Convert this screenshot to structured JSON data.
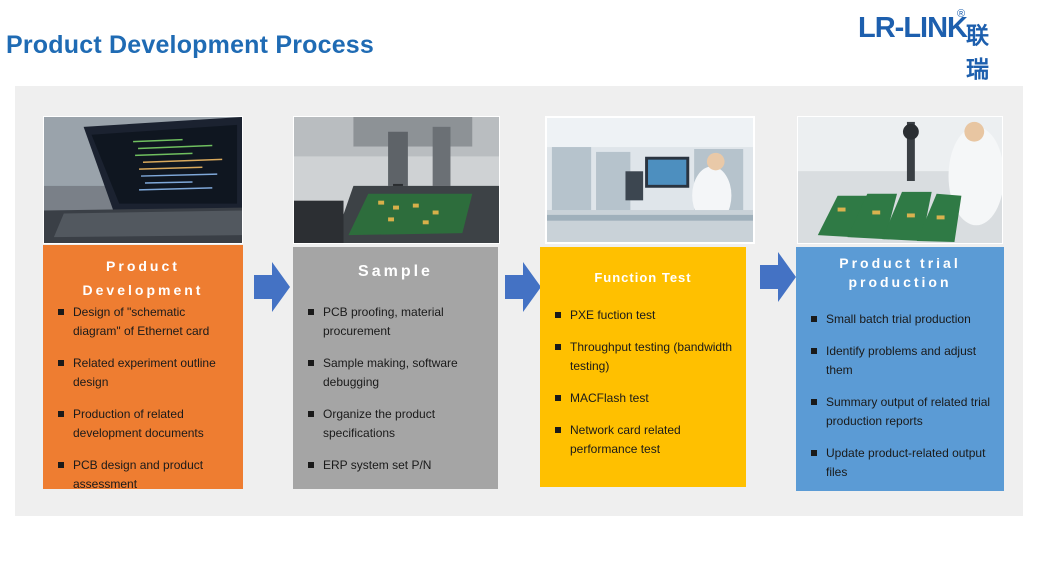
{
  "header": {
    "title": "Product Development Process",
    "logo": {
      "text": "LR-LINK",
      "registered": "®",
      "cn": "联瑞"
    }
  },
  "colors": {
    "title_blue": "#1f6bb4",
    "orange": "#ee7d31",
    "gray": "#a5a5a5",
    "yellow": "#ffc000",
    "blue": "#5b9bd5",
    "arrow": "#4472c4"
  },
  "stages": [
    {
      "title_line1": "Product",
      "title_line2": "Development",
      "items": [
        "Design of \"schematic diagram\" of Ethernet card",
        "Related experiment outline design",
        "Production of related development documents",
        "PCB design and product assessment"
      ]
    },
    {
      "title_line1": "Sample",
      "items": [
        "PCB proofing, material procurement",
        "Sample making, software debugging",
        "Organize the product specifications",
        "ERP system set P/N"
      ]
    },
    {
      "title_line1": "Function Test",
      "items": [
        "PXE fuction test",
        "Throughput testing (bandwidth testing)",
        "MACFlash test",
        "Network card related performance test"
      ]
    },
    {
      "title_line1": "Product trial",
      "title_line2": "production",
      "items": [
        "Small batch trial production",
        "Identify problems and adjust them",
        "Summary output of related trial production reports",
        "Update product-related output files"
      ]
    }
  ]
}
